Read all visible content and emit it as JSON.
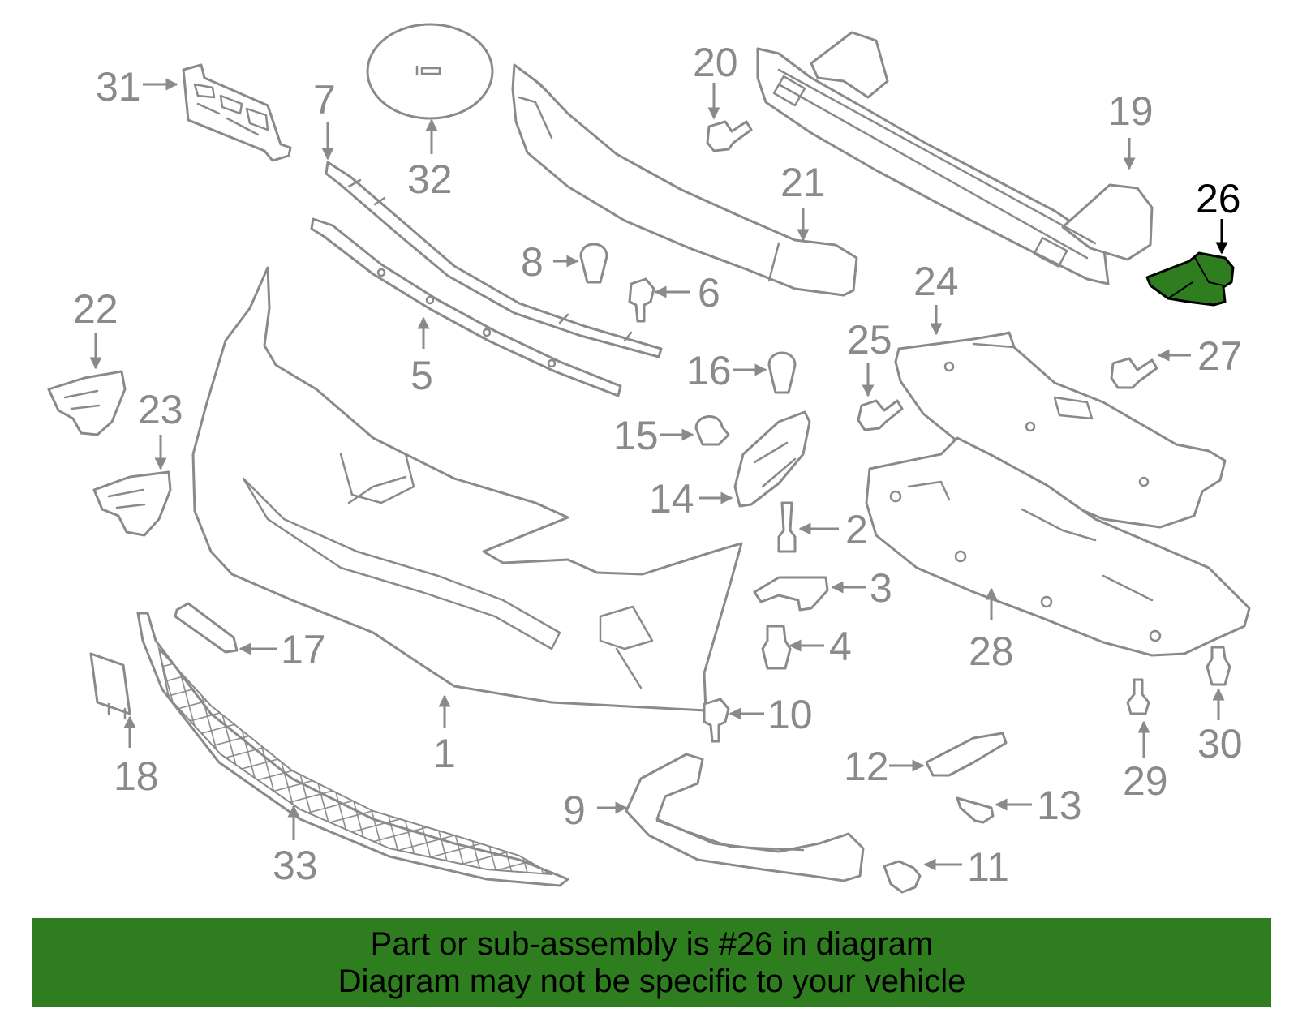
{
  "diagram": {
    "highlighted_part": "26",
    "highlight_color": "#2e7d1e",
    "line_color": "#8a8a8a",
    "callouts": [
      "1",
      "2",
      "3",
      "4",
      "5",
      "6",
      "7",
      "8",
      "9",
      "10",
      "11",
      "12",
      "13",
      "14",
      "15",
      "16",
      "17",
      "18",
      "19",
      "20",
      "21",
      "22",
      "23",
      "24",
      "25",
      "26",
      "27",
      "28",
      "29",
      "30",
      "31",
      "32",
      "33"
    ]
  },
  "caption": {
    "line1": "Part or sub-assembly is #26 in diagram",
    "line2": "Diagram may not be specific to your vehicle",
    "background_color": "#2e7d1e"
  }
}
